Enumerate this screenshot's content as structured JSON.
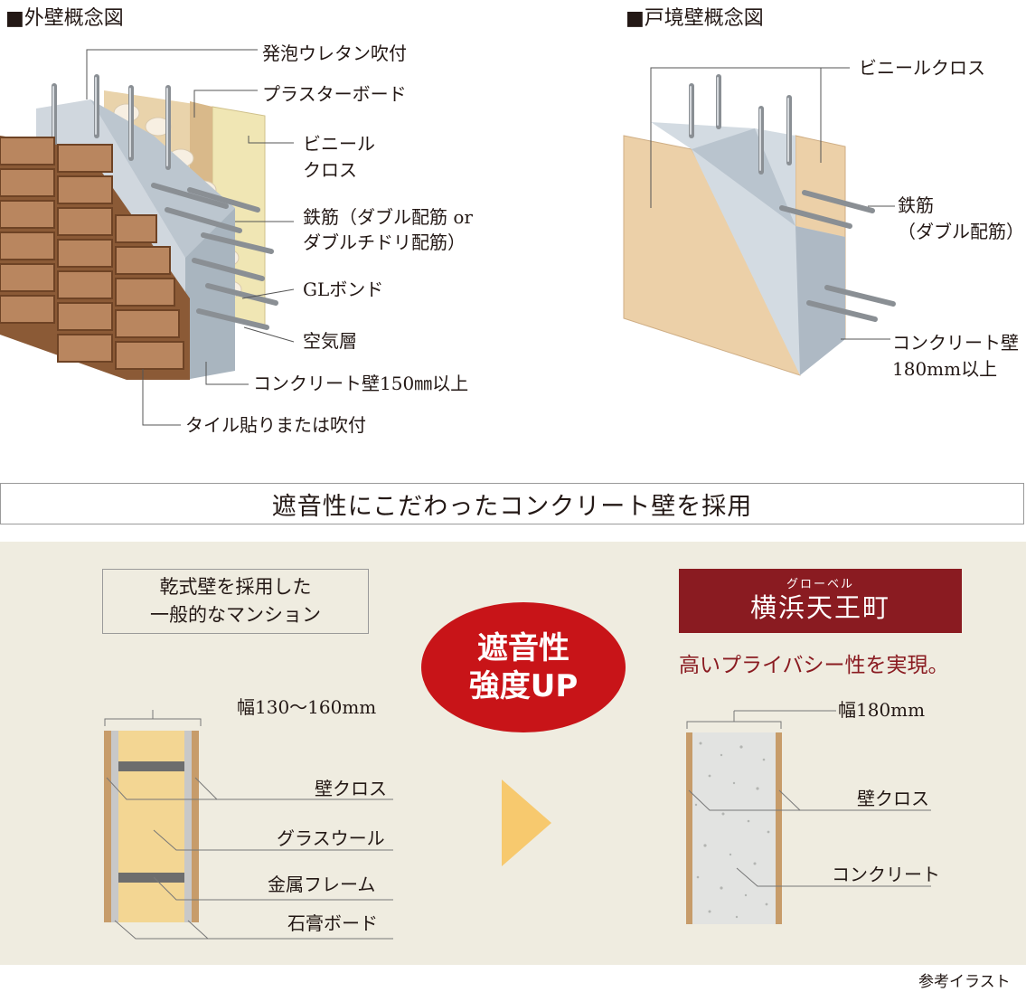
{
  "exterior": {
    "title": "■外壁概念図",
    "labels": {
      "urethane": "発泡ウレタン吹付",
      "plasterboard": "プラスターボード",
      "vinyl_1": "ビニール",
      "vinyl_2": "クロス",
      "rebar_1": "鉄筋（ダブル配筋 or",
      "rebar_2": "ダブルチドリ配筋）",
      "gl_bond": "GLボンド",
      "air_layer": "空気層",
      "concrete": "コンクリート壁150㎜以上",
      "tile": "タイル貼りまたは吹付"
    }
  },
  "party_wall": {
    "title": "■戸境壁概念図",
    "labels": {
      "vinyl": "ビニールクロス",
      "rebar_1": "鉄筋",
      "rebar_2": "（ダブル配筋）",
      "concrete_1": "コンクリート壁",
      "concrete_2": "180mm以上"
    }
  },
  "banner": "遮音性にこだわったコンクリート壁を採用",
  "comparison": {
    "left": {
      "title_1": "乾式壁を採用した",
      "title_2": "一般的なマンション",
      "width": "幅130～160mm",
      "labels": [
        "壁クロス",
        "グラスウール",
        "金属フレーム",
        "石膏ボード"
      ]
    },
    "badge_1": "遮音性",
    "badge_2": "強度UP",
    "right": {
      "brand_ruby": "グローベル",
      "brand_name": "横浜天王町",
      "tagline": "高いプライバシー性を実現。",
      "width": "幅180mm",
      "labels": [
        "壁クロス",
        "コンクリート"
      ]
    }
  },
  "footer": "参考イラスト",
  "colors": {
    "badge_red": "#c81418",
    "brand_maroon": "#8a1b21",
    "panel_beige": "#efece0",
    "arrow_orange": "#f7c96e"
  }
}
